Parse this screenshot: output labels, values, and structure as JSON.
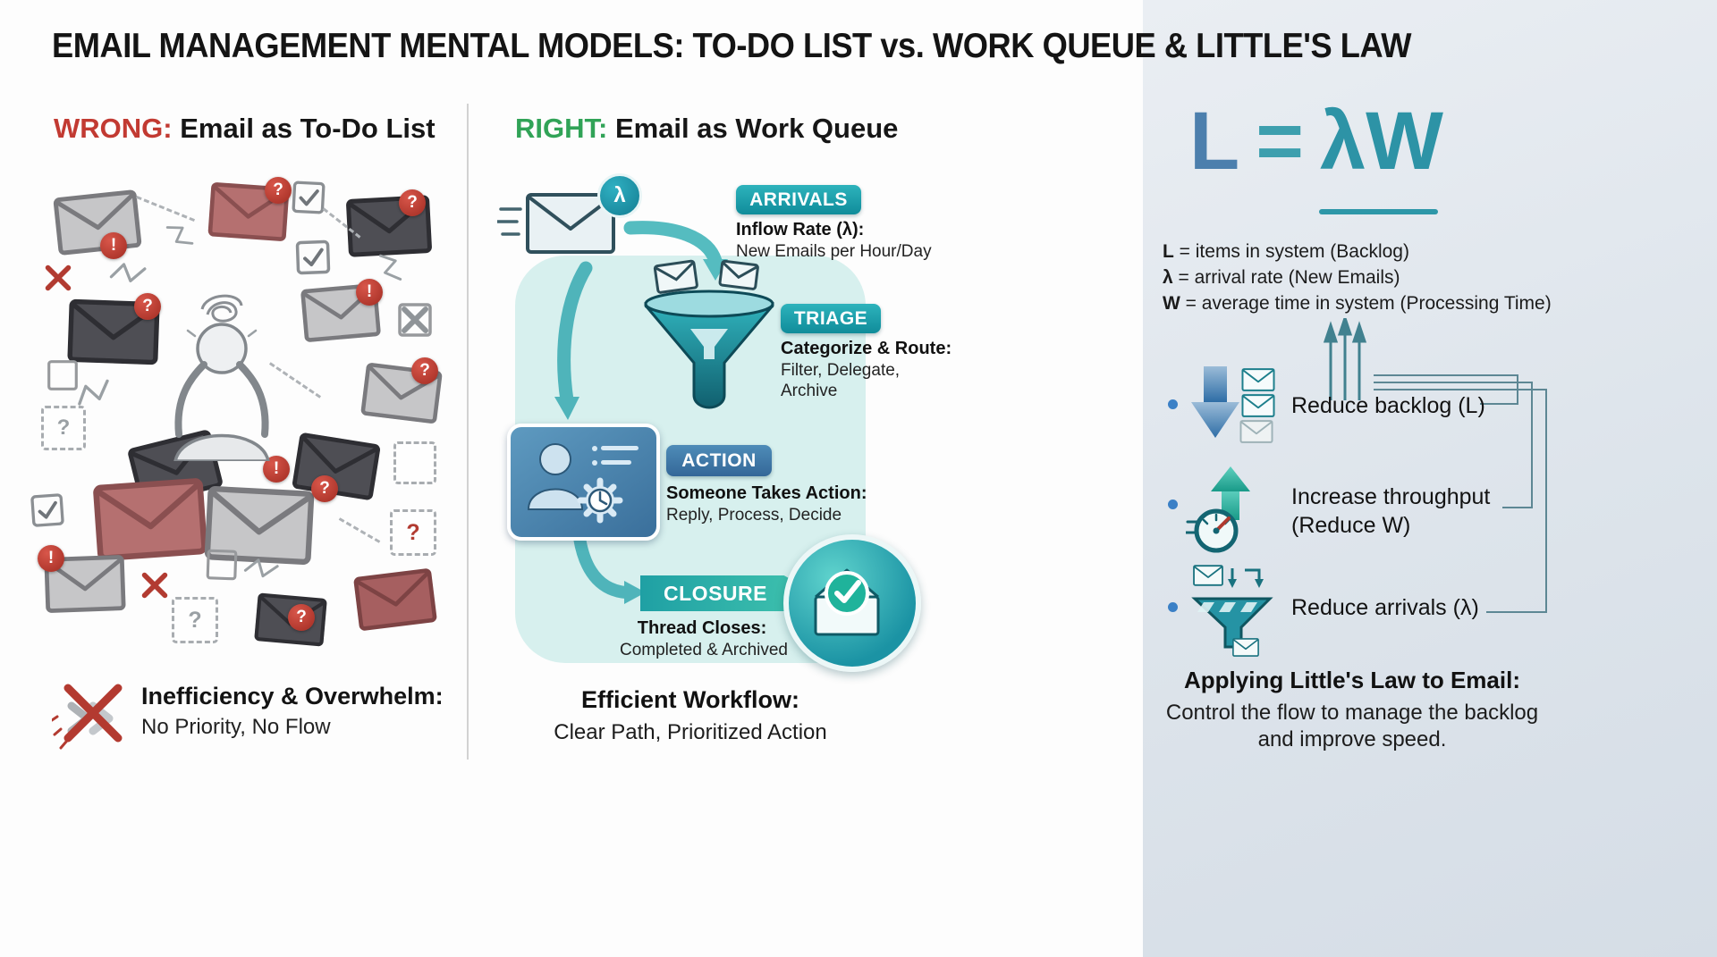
{
  "title": "EMAIL MANAGEMENT MENTAL MODELS: TO-DO LIST vs. WORK QUEUE & LITTLE'S LAW",
  "icons": {
    "question_mark": "?",
    "exclamation_mark": "!",
    "lambda": "λ"
  },
  "colors": {
    "wrong_accent": "#c23a32",
    "right_accent": "#31a357",
    "teal_accent": "#18a0ab",
    "blue_accent": "#3e7dab",
    "formula_blue": "#4c7fad",
    "formula_teal": "#2d93a6"
  },
  "wrong_panel": {
    "heading_label": "WRONG:",
    "heading_rest": "Email as To-Do List",
    "footer_title": "Inefficiency & Overwhelm:",
    "footer_subtitle": "No Priority, No Flow"
  },
  "queue_panel": {
    "heading_label": "RIGHT:",
    "heading_rest": "Email as Work Queue",
    "arrivals": {
      "badge": "ARRIVALS",
      "bold": "Inflow Rate (λ):",
      "text": "New Emails per Hour/Day"
    },
    "triage": {
      "badge": "TRIAGE",
      "bold": "Categorize & Route:",
      "text": "Filter, Delegate, Archive"
    },
    "action": {
      "badge": "ACTION",
      "bold": "Someone Takes Action:",
      "text": "Reply, Process, Decide"
    },
    "closure": {
      "badge": "CLOSURE",
      "bold": "Thread Closes:",
      "text": "Completed & Archived"
    },
    "footer_title": "Efficient Workflow:",
    "footer_subtitle": "Clear Path, Prioritized Action"
  },
  "law_panel": {
    "formula": {
      "l": "L",
      "eq": "=",
      "lw": "λW"
    },
    "legend": [
      {
        "term": "L",
        "rest": " = items in system (Backlog)"
      },
      {
        "term": "λ",
        "rest": " = arrival rate (New Emails)"
      },
      {
        "term": "W",
        "rest": " = average time in system (Processing Time)"
      }
    ],
    "strategies": [
      {
        "label": "Reduce backlog (L)"
      },
      {
        "label": "Increase throughput (Reduce W)"
      },
      {
        "label": "Reduce arrivals (λ)"
      }
    ],
    "footer_title": "Applying Little's Law to Email:",
    "footer_text": "Control the flow to manage the backlog and improve speed."
  }
}
